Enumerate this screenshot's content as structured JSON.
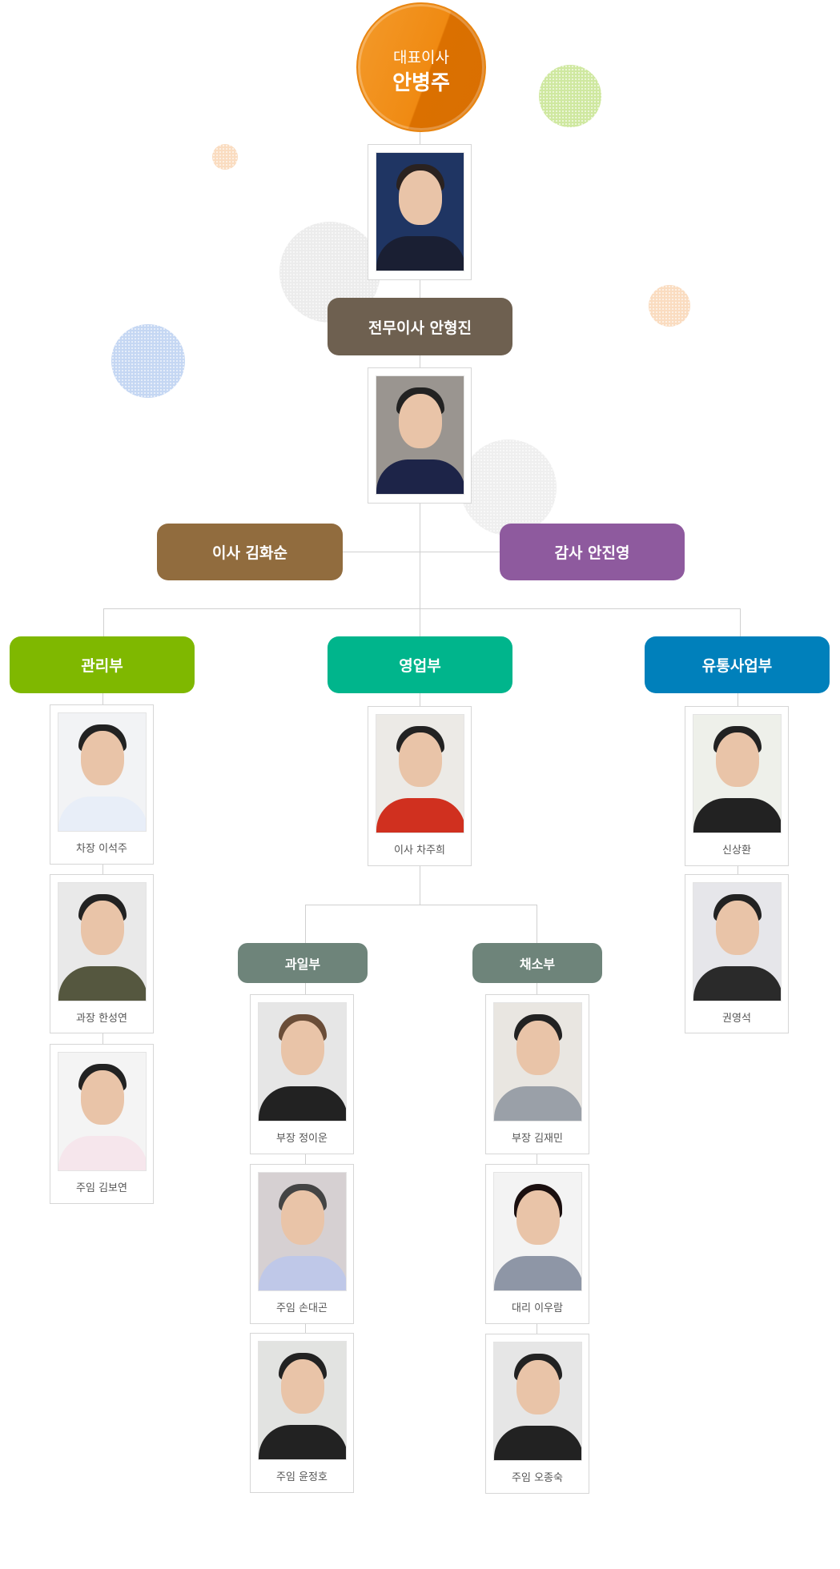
{
  "ceo": {
    "title": "대표이사",
    "name": "안병주"
  },
  "executive": {
    "label": "전무이사 안형진"
  },
  "director": {
    "label": "이사 김화순"
  },
  "auditor": {
    "label": "감사 안진영"
  },
  "departments": [
    {
      "name": "관리부",
      "color": "#7fb800",
      "members": [
        "차장 이석주",
        "과장 한성연",
        "주임 김보연"
      ]
    },
    {
      "name": "영업부",
      "color": "#00b58c",
      "members": [
        "이사 차주희"
      ],
      "subs": [
        {
          "name": "과일부",
          "members": [
            "부장 정이운",
            "주임 손대곤",
            "주임 윤정호"
          ]
        },
        {
          "name": "채소부",
          "members": [
            "부장 김재민",
            "대리 이우람",
            "주임 오종숙"
          ]
        }
      ]
    },
    {
      "name": "유통사업부",
      "color": "#0080bb",
      "members": [
        "신상환",
        "권영석"
      ]
    }
  ],
  "colors": {
    "ceo": "#f08a12",
    "executive": "#6e6050",
    "director": "#916c3e",
    "auditor": "#8e5a9e",
    "sub": "#6e847a"
  }
}
